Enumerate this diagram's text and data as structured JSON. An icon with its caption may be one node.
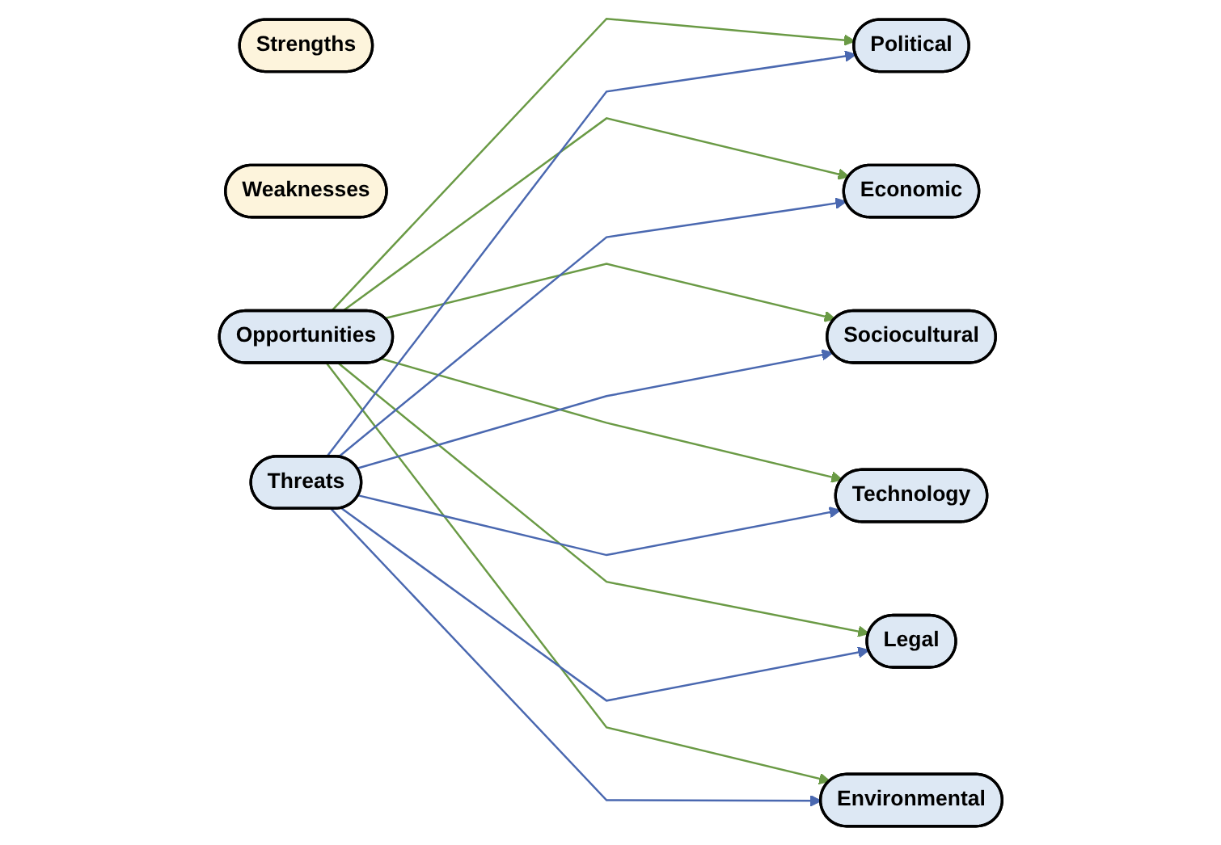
{
  "diagram": {
    "nodes": [
      {
        "text": [
          "Strengths"
        ]
      },
      {
        "text": [
          "Weaknesses"
        ]
      },
      {
        "text": [
          "Opportunities"
        ]
      },
      {
        "text": [
          "Threats"
        ]
      },
      {
        "text": [
          "Political"
        ]
      },
      {
        "text": [
          "Economic"
        ]
      },
      {
        "text": [
          "Sociocultural"
        ]
      },
      {
        "text": [
          "Technology"
        ]
      },
      {
        "text": [
          "Legal"
        ]
      },
      {
        "text": [
          "Environmental"
        ]
      }
    ],
    "edges": [
      {
        "from": 2,
        "to": 4,
        "arrow": "to",
        "color": "#6a9a45"
      },
      {
        "from": 2,
        "to": 5,
        "arrow": "to",
        "color": "#6a9a45"
      },
      {
        "from": 2,
        "to": 6,
        "arrow": "to",
        "color": "#6a9a45"
      },
      {
        "from": 2,
        "to": 7,
        "arrow": "to",
        "color": "#6a9a45"
      },
      {
        "from": 2,
        "to": 8,
        "arrow": "to",
        "color": "#6a9a45"
      },
      {
        "from": 2,
        "to": 9,
        "arrow": "to",
        "color": "#6a9a45"
      },
      {
        "from": 3,
        "to": 4,
        "arrow": "to",
        "color": "#4a68b0"
      },
      {
        "from": 3,
        "to": 5,
        "arrow": "to",
        "color": "#4a68b0"
      },
      {
        "from": 3,
        "to": 6,
        "arrow": "to",
        "color": "#4a68b0"
      },
      {
        "from": 3,
        "to": 7,
        "arrow": "to",
        "color": "#4a68b0"
      },
      {
        "from": 3,
        "to": 8,
        "arrow": "to",
        "color": "#4a68b0"
      },
      {
        "from": 3,
        "to": 9,
        "arrow": "to",
        "color": "#4a68b0"
      }
    ]
  }
}
